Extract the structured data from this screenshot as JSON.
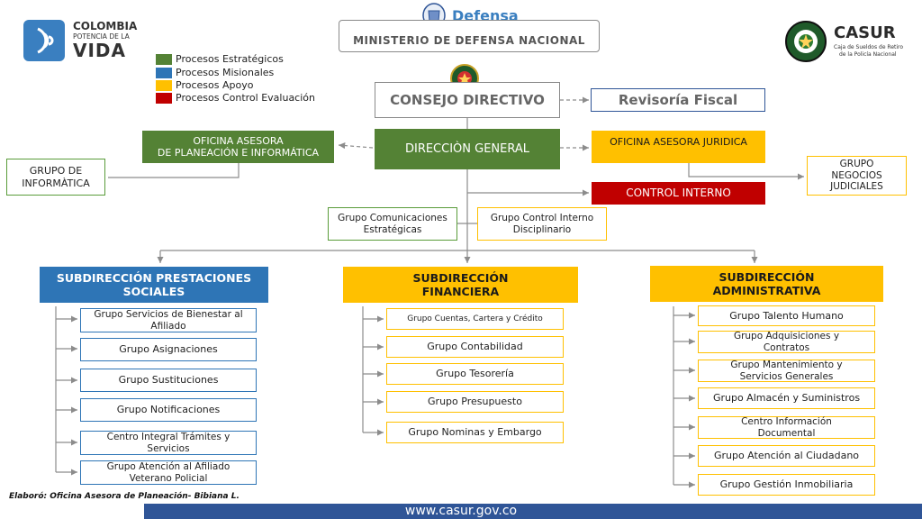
{
  "branding": {
    "left_logo": {
      "line1": "COLOMBIA",
      "line2": "POTENCIA DE LA",
      "line3": "VIDA",
      "icon": "colombia-signal-icon"
    },
    "top_logo": {
      "label": "Defensa",
      "icon": "coat-of-arms-icon"
    },
    "right_logo": {
      "name": "CASUR",
      "subtitle1": "Caja de Sueldos de Retiro",
      "subtitle2": "de la Policía Nacional",
      "icon": "police-shield-icon"
    }
  },
  "legend": [
    {
      "label": "Procesos Estratégicos",
      "color": "#548235"
    },
    {
      "label": "Procesos Misionales",
      "color": "#2e75b6"
    },
    {
      "label": "Procesos Apoyo",
      "color": "#ffc000"
    },
    {
      "label": "Procesos Control Evaluación",
      "color": "#c00000"
    }
  ],
  "top": {
    "ministry": "MINISTERIO DE DEFENSA NACIONAL",
    "council": "CONSEJO DIRECTIVO",
    "fiscal": "Revisoría Fiscal",
    "director": "DIRECCIÒN GENERAL",
    "planning_line1": "OFICINA ASESORA",
    "planning_line2": "DE PLANEACIÓN E INFORMÁTICA",
    "it_group_line1": "GRUPO DE",
    "it_group_line2": "INFORMÀTICA",
    "legal": "OFICINA ASESORA JURIDICA",
    "legal_group_line1": "GRUPO",
    "legal_group_line2": "NEGOCIOS",
    "legal_group_line3": "JUDICIALES",
    "control": "CONTROL INTERNO",
    "comms_line1": "Grupo Comunicaciones",
    "comms_line2": "Estratégicas",
    "discipline_line1": "Grupo Control Interno",
    "discipline_line2": "Disciplinario"
  },
  "subdirections": [
    {
      "title_line1": "SUBDIRECCIÓN PRESTACIONES",
      "title_line2": "SOCIALES",
      "groups": [
        {
          "line1": "Grupo Servicios de Bienestar al",
          "line2": "Afiliado"
        },
        {
          "line1": "Grupo Asignaciones",
          "line2": ""
        },
        {
          "line1": "Grupo Sustituciones",
          "line2": ""
        },
        {
          "line1": "Grupo Notificaciones",
          "line2": ""
        },
        {
          "line1": "Centro Integral Trámites y",
          "line2": "Servicios"
        },
        {
          "line1": "Grupo Atención al Afiliado",
          "line2": "Veterano Policial"
        }
      ]
    },
    {
      "title_line1": "SUBDIRECCIÓN",
      "title_line2": "FINANCIERA",
      "groups": [
        {
          "line1": "Grupo Cuentas, Cartera y Crédito",
          "line2": ""
        },
        {
          "line1": "Grupo Contabilidad",
          "line2": ""
        },
        {
          "line1": "Grupo Tesorería",
          "line2": ""
        },
        {
          "line1": "Grupo Presupuesto",
          "line2": ""
        },
        {
          "line1": "Grupo Nominas y Embargo",
          "line2": ""
        }
      ]
    },
    {
      "title_line1": "SUBDIRECCIÓN",
      "title_line2": "ADMINISTRATIVA",
      "groups": [
        {
          "line1": "Grupo Talento Humano",
          "line2": ""
        },
        {
          "line1": "Grupo Adquisiciones y",
          "line2": "Contratos"
        },
        {
          "line1": "Grupo Mantenimiento y",
          "line2": "Servicios Generales"
        },
        {
          "line1": "Grupo Almacén y Suministros",
          "line2": ""
        },
        {
          "line1": "Centro Información",
          "line2": "Documental"
        },
        {
          "line1": "Grupo Atención al Ciudadano",
          "line2": ""
        },
        {
          "line1": "Grupo Gestión Inmobiliaria",
          "line2": ""
        }
      ]
    }
  ],
  "footer": {
    "credit": "Elaboró: Oficina Asesora de Planeación- Bibiana L.",
    "url": "www.casur.gov.co"
  }
}
